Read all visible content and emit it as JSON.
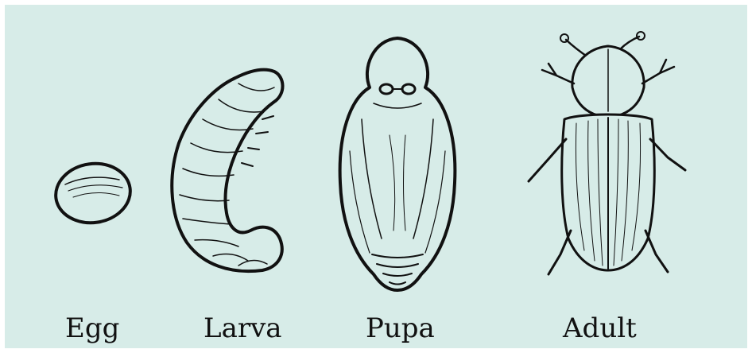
{
  "stages": [
    {
      "label": "Egg"
    },
    {
      "label": "Larva"
    },
    {
      "label": "Pupa"
    },
    {
      "label": "Adult"
    }
  ],
  "colors": {
    "background": "#d7ece8",
    "ink": "#111111"
  }
}
